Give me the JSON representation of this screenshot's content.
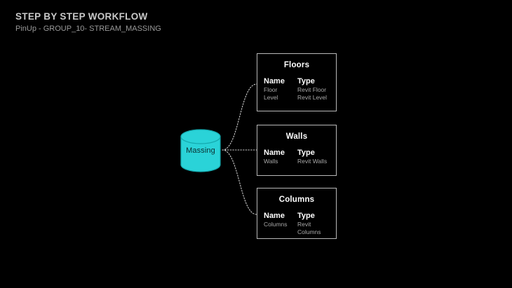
{
  "header": {
    "title": "STEP BY STEP WORKFLOW",
    "subtitle": "PinUp - GROUP_10- STREAM_MASSING"
  },
  "colors": {
    "background": "#000000",
    "node_fill": "#2ad3d8",
    "node_stroke": "#13a8ad",
    "node_text": "#0b2e30",
    "box_border": "#b8b8b8",
    "heading_text": "#ffffff",
    "body_text": "#a8a8a8",
    "connector": "#c9c9c9",
    "title_text": "#c9c9c9",
    "subtitle_text": "#9a9a9a"
  },
  "diagram": {
    "source": {
      "label": "Massing",
      "shape": "cylinder",
      "icon": "database-cylinder-icon"
    },
    "columns": {
      "name_header": "Name",
      "type_header": "Type"
    },
    "targets": [
      {
        "title": "Floors",
        "rows": [
          {
            "name": "Floor",
            "type": "Revit Floor"
          },
          {
            "name": "Level",
            "type": "Revit Level"
          }
        ]
      },
      {
        "title": "Walls",
        "rows": [
          {
            "name": "Walls",
            "type": "Revit Walls"
          }
        ]
      },
      {
        "title": "Columns",
        "rows": [
          {
            "name": "Columns",
            "type": "Revit Columns"
          }
        ]
      }
    ]
  }
}
